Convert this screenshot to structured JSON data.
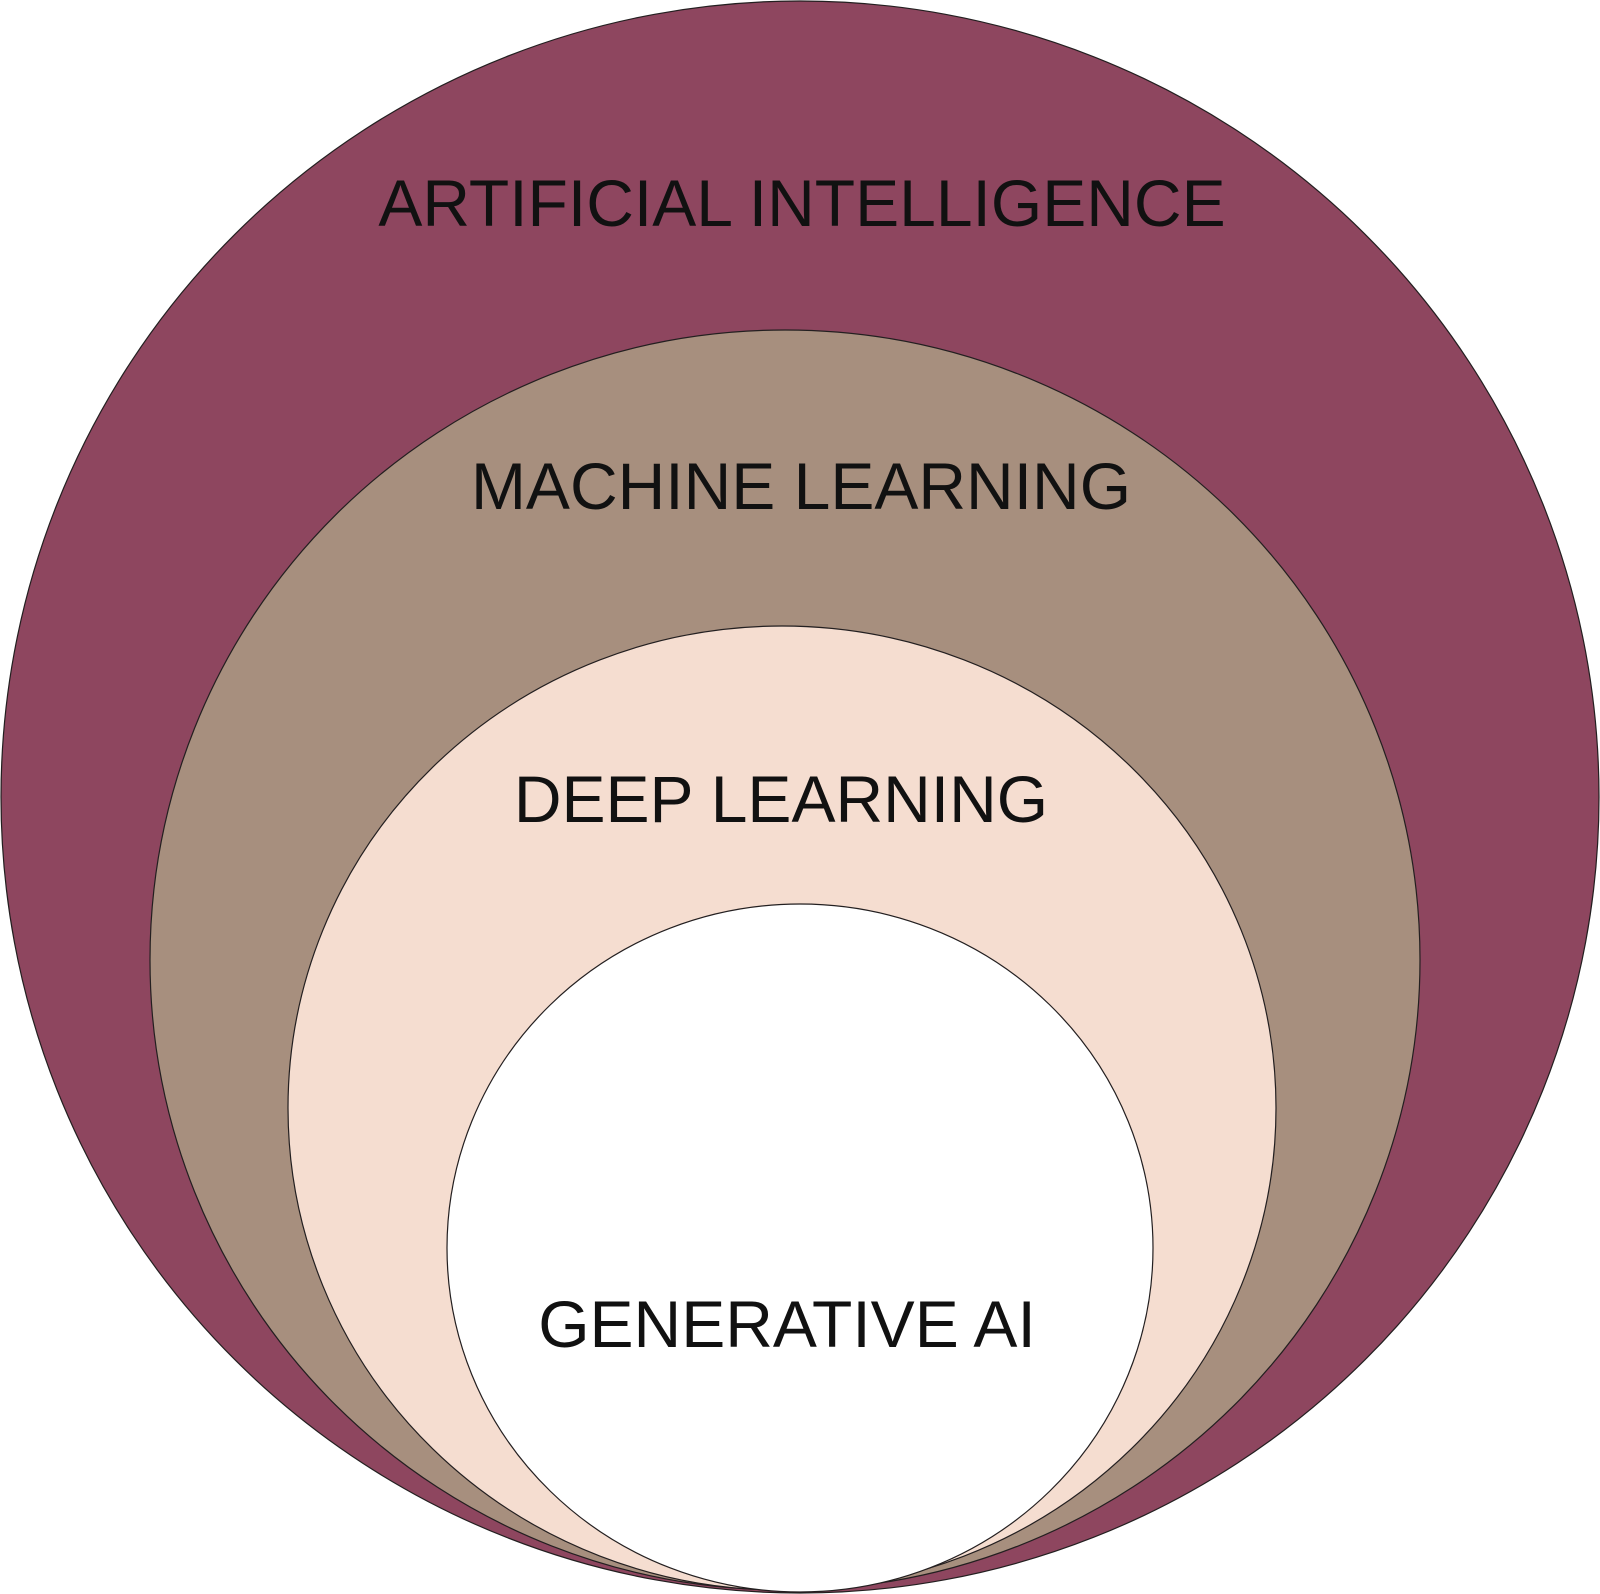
{
  "diagram": {
    "rings": [
      {
        "id": "ai",
        "label": "ARTIFICIAL INTELLIGENCE",
        "color": "#8e465f"
      },
      {
        "id": "ml",
        "label": "MACHINE LEARNING",
        "color": "#a78f7e"
      },
      {
        "id": "dl",
        "label": "DEEP LEARNING",
        "color": "#f5ddd0"
      },
      {
        "id": "genai",
        "label": "GENERATIVE AI",
        "color": "#ffffff"
      }
    ]
  }
}
